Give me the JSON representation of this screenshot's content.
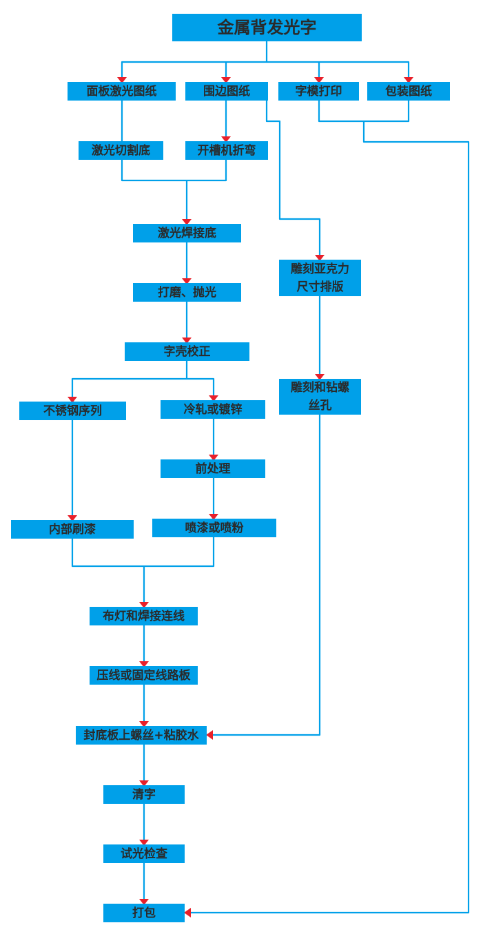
{
  "colors": {
    "box": "#00a0e9",
    "line": "#00a0e9",
    "arrow": "#e8202a",
    "text": "#2a2a2a"
  },
  "title": "金属背发光字",
  "nodes": {
    "panel_laser_drawing": "面板激光图纸",
    "side_drawing": "围边图纸",
    "letter_mold_print": "字模打印",
    "packaging_drawing": "包装图纸",
    "laser_cut_base": "激光切割底",
    "slotting_bending": "开槽机折弯",
    "laser_weld_base": "激光焊接底",
    "grinding_polishing": "打磨、抛光",
    "shell_correction": "字壳校正",
    "stainless_series": "不锈钢序列",
    "cold_rolled_galvanized": "冷轧或镀锌",
    "pretreatment": "前处理",
    "interior_painting": "内部刷漆",
    "spray_paint_powder": "喷漆或喷粉",
    "acrylic_engrave_line1": "雕刻亚克力",
    "acrylic_engrave_line2": "尺寸排版",
    "engrave_drill_line1": "雕刻和钻螺",
    "engrave_drill_line2": "丝孔",
    "led_wiring": "布灯和焊接连线",
    "fix_circuit_board": "压线或固定线路板",
    "seal_base_screw_glue": "封底板上螺丝+粘胶水",
    "clean_letters": "清字",
    "light_test": "试光检查",
    "packing": "打包"
  }
}
